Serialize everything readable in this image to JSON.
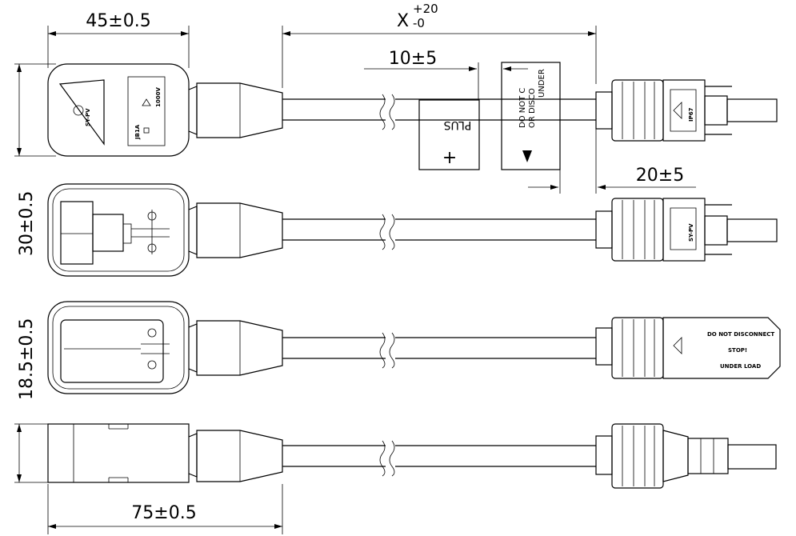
{
  "dimensions": {
    "width_top": "45±0.5",
    "length_x": "X",
    "length_x_plus": "+20",
    "length_x_minus": "-0",
    "label_offset": "10±5",
    "connector_offset": "20±5",
    "height_1": "30±0.5",
    "height_2": "18.5±0.5",
    "width_bottom": "75±0.5"
  },
  "labels": {
    "plus_label": "PLUS",
    "plus_sign": "+",
    "warning_line1": "DO NOT C",
    "warning_line2": "OR DISCO",
    "warning_line3": "UNDER",
    "connector_warning_line1": "DO NOT DISCONNECT",
    "connector_warning_line2": "STOP!",
    "connector_warning_line3": "UNDER LOAD"
  },
  "marks": {
    "brand": "SY-PV",
    "model": "JB1A",
    "rating": "1000V",
    "ip_code": "IP67"
  }
}
